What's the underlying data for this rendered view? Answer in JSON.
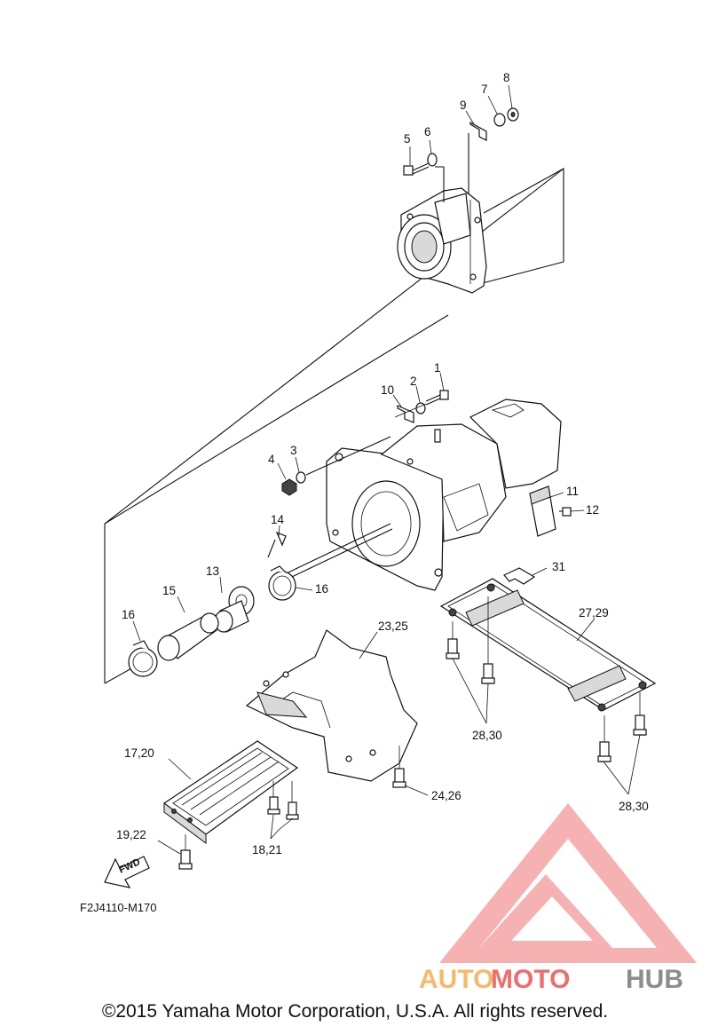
{
  "callouts": {
    "p1": "1",
    "p2": "2",
    "p3": "3",
    "p4": "4",
    "p5": "5",
    "p6": "6",
    "p7": "7",
    "p8": "8",
    "p9": "9",
    "p10": "10",
    "p11": "11",
    "p12": "12",
    "p13": "13",
    "p14": "14",
    "p15": "15",
    "p16a": "16",
    "p16b": "16",
    "p17_20": "17,20",
    "p18_21": "18,21",
    "p19_22": "19,22",
    "p23_25": "23,25",
    "p24_26": "24,26",
    "p27_29": "27,29",
    "p28_30a": "28,30",
    "p28_30b": "28,30",
    "p31": "31"
  },
  "fwd_label": "FWD",
  "diagram_code": "F2J4110-M170",
  "watermark": {
    "part1": "AUTO",
    "part2": "MOTO",
    "part3": "HUB"
  },
  "copyright": "©2015 Yamaha Motor Corporation, U.S.A. All rights reserved.",
  "colors": {
    "watermark_red": "#ef6d6d",
    "watermark_orange": "#f7b96a",
    "watermark_gray": "#8d8d8d"
  }
}
